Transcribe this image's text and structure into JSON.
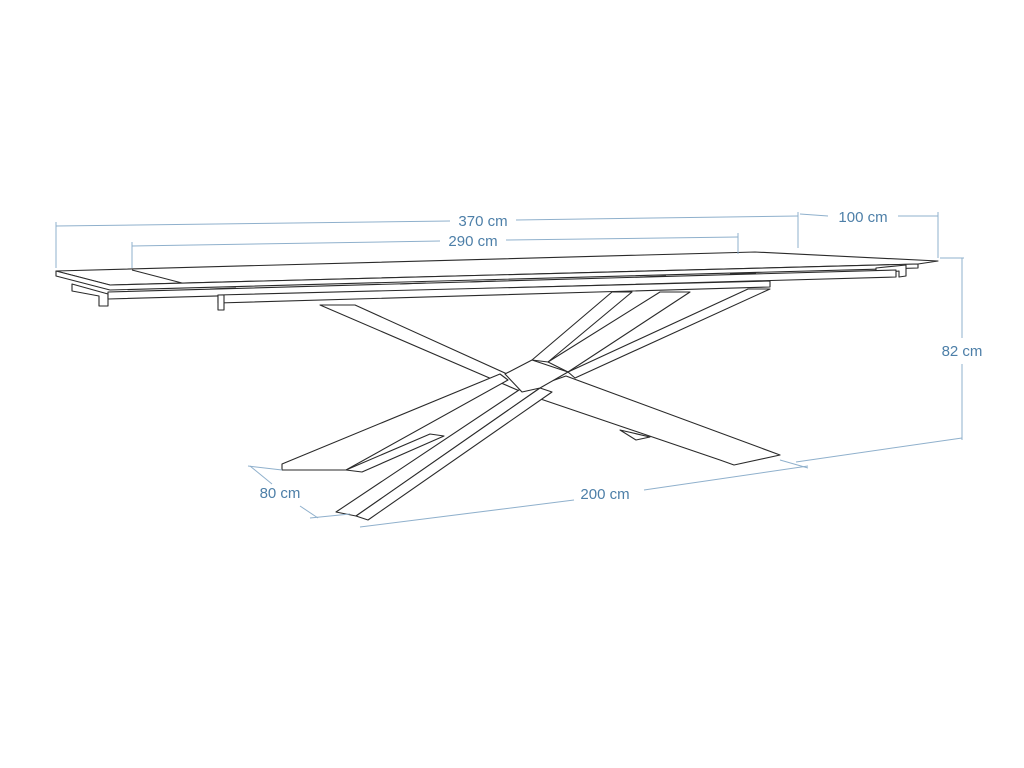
{
  "dimensions": {
    "total_length": "370 cm",
    "inner_length": "290 cm",
    "extension_length": "100 cm",
    "height": "82 cm",
    "base_depth": "80 cm",
    "base_length": "200 cm"
  },
  "colors": {
    "dimension": "#4d7fa8",
    "dimension_line": "#8fb0cc",
    "object_line": "#2a2a2a",
    "background": "#ffffff"
  }
}
